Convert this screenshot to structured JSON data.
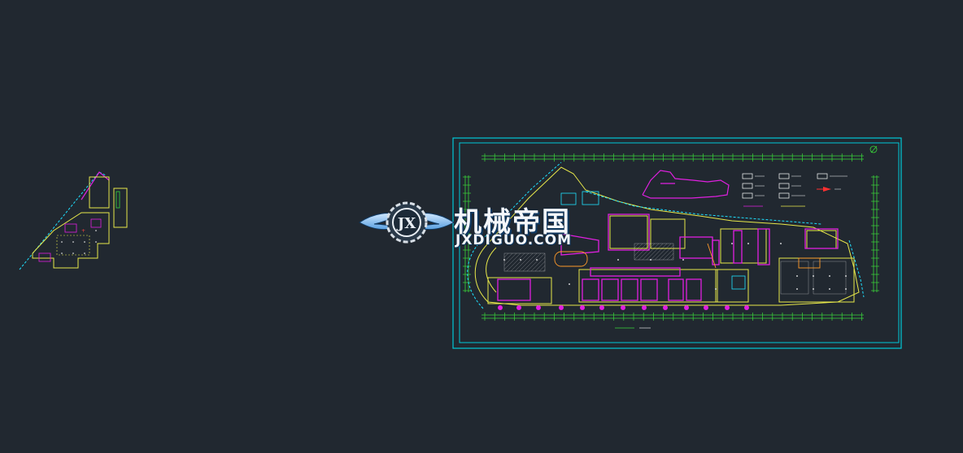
{
  "watermark": {
    "title": "机械帝国",
    "url": "JXDIGUO.COM",
    "emblem_text": "JX"
  },
  "colors": {
    "background": "#212830",
    "frame": "#00c8d8",
    "wall": "#e8e84a",
    "axis": "#3ad63a",
    "magenta": "#e020e0",
    "cyan": "#1fe0ff",
    "white": "#ffffff"
  }
}
